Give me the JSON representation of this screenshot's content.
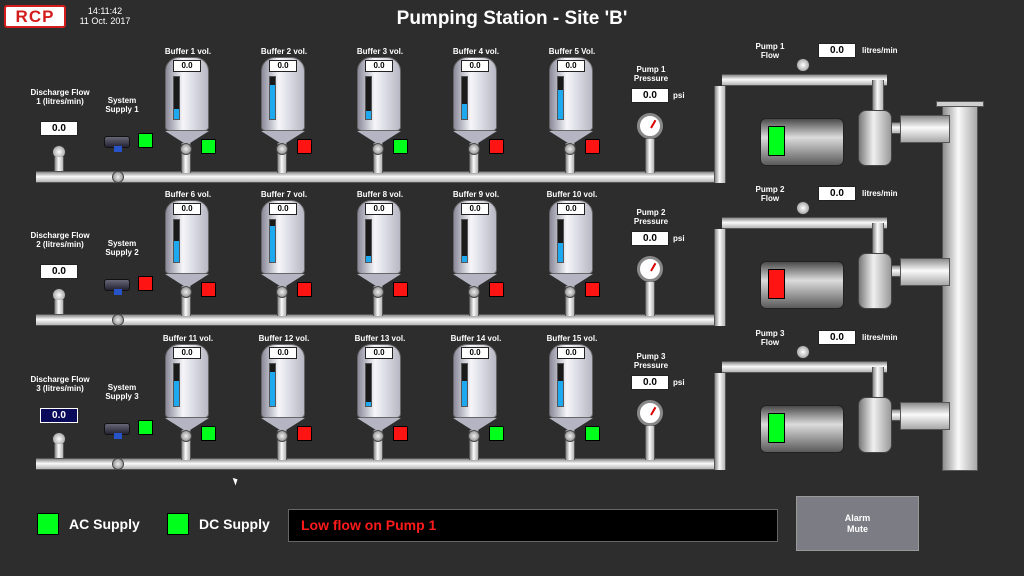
{
  "header": {
    "logo": "RCP",
    "time": "14:11:42",
    "date": "11 Oct. 2017",
    "title": "Pumping Station - Site 'B'"
  },
  "lines": [
    {
      "discharge": {
        "label": "Discharge Flow 1 (litres/min)",
        "value": "0.0"
      },
      "supply": {
        "label": "System Supply 1",
        "status": "green"
      },
      "buffers": [
        {
          "label": "Buffer 1 vol.",
          "value": "0.0",
          "level": 0.25,
          "status": "green"
        },
        {
          "label": "Buffer 2 vol.",
          "value": "0.0",
          "level": 0.8,
          "status": "red"
        },
        {
          "label": "Buffer 3 vol.",
          "value": "0.0",
          "level": 0.2,
          "status": "green"
        },
        {
          "label": "Buffer 4 vol.",
          "value": "0.0",
          "level": 0.35,
          "status": "red"
        },
        {
          "label": "Buffer 5 Vol.",
          "value": "0.0",
          "level": 0.7,
          "status": "red"
        }
      ],
      "pressure": {
        "label": "Pump 1 Pressure",
        "value": "0.0",
        "unit": "psi"
      },
      "flow": {
        "label": "Pump 1 Flow",
        "value": "0.0",
        "unit": "litres/min"
      },
      "motor": {
        "status": "green"
      }
    },
    {
      "discharge": {
        "label": "Discharge Flow 2 (litres/min)",
        "value": "0.0"
      },
      "supply": {
        "label": "System Supply 2",
        "status": "red"
      },
      "buffers": [
        {
          "label": "Buffer 6 vol.",
          "value": "0.0",
          "level": 0.5,
          "status": "red"
        },
        {
          "label": "Buffer 7 vol.",
          "value": "0.0",
          "level": 0.85,
          "status": "red"
        },
        {
          "label": "Buffer 8 vol.",
          "value": "0.0",
          "level": 0.15,
          "status": "red"
        },
        {
          "label": "Buffer 9 vol.",
          "value": "0.0",
          "level": 0.15,
          "status": "red"
        },
        {
          "label": "Buffer 10 vol.",
          "value": "0.0",
          "level": 0.45,
          "status": "red"
        }
      ],
      "pressure": {
        "label": "Pump 2 Pressure",
        "value": "0.0",
        "unit": "psi"
      },
      "flow": {
        "label": "Pump 2 Flow",
        "value": "0.0",
        "unit": "litres/min"
      },
      "motor": {
        "status": "red"
      }
    },
    {
      "discharge": {
        "label": "Discharge Flow 3 (litres/min)",
        "value": "0.0"
      },
      "supply": {
        "label": "System Supply 3",
        "status": "green"
      },
      "buffers": [
        {
          "label": "Buffer 11 vol.",
          "value": "0.0",
          "level": 0.6,
          "status": "green"
        },
        {
          "label": "Buffer 12 vol.",
          "value": "0.0",
          "level": 0.8,
          "status": "red"
        },
        {
          "label": "Buffer 13 vol.",
          "value": "0.0",
          "level": 0.1,
          "status": "red"
        },
        {
          "label": "Buffer 14 vol.",
          "value": "0.0",
          "level": 0.6,
          "status": "green"
        },
        {
          "label": "Buffer 15 vol.",
          "value": "0.0",
          "level": 0.6,
          "status": "green"
        }
      ],
      "pressure": {
        "label": "Pump 3 Pressure",
        "value": "0.0",
        "unit": "psi"
      },
      "flow": {
        "label": "Pump 3 Flow",
        "value": "0.0",
        "unit": "litres/min"
      },
      "motor": {
        "status": "green"
      }
    }
  ],
  "legend": {
    "ac": "AC Supply",
    "dc": "DC Supply"
  },
  "alarm": {
    "message": "Low flow on Pump 1"
  },
  "mute": {
    "line1": "Alarm",
    "line2": "Mute"
  },
  "colors": {
    "ok": "#00ff1a",
    "fault": "#ff1414",
    "level": "#1ea8f0",
    "background": "#2d2d2d"
  },
  "icons": {
    "tank": "tank-icon",
    "valve": "valve-icon",
    "motor": "motor-icon",
    "gauge": "pressure-gauge-icon",
    "flowmeter": "flowmeter-icon"
  }
}
